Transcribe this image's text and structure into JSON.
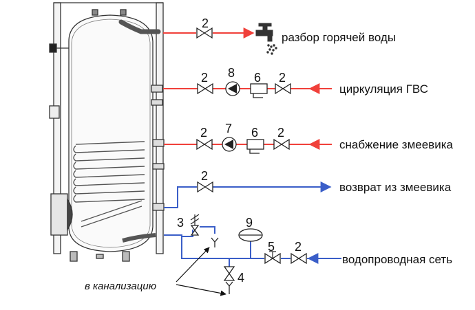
{
  "labels": {
    "hot_water": "разбор горячей воды",
    "dhw_circulation": "циркуляция ГВС",
    "coil_supply": "снабжение змеевика",
    "coil_return": "возврат из змеевика",
    "water_main": "водопроводная сеть",
    "to_sewer": "в канализацию"
  },
  "numbers": {
    "n2a": "2",
    "n2b": "2",
    "n8": "8",
    "n6a": "6",
    "n2c": "2",
    "n2d": "2",
    "n7": "7",
    "n6b": "6",
    "n2e": "2",
    "n2f": "2",
    "n9": "9",
    "n3": "3",
    "n5": "5",
    "n2g": "2",
    "n4": "4"
  },
  "colors": {
    "hot_line": "#f0403a",
    "cold_line": "#3a5ec8",
    "outline": "#222222"
  }
}
